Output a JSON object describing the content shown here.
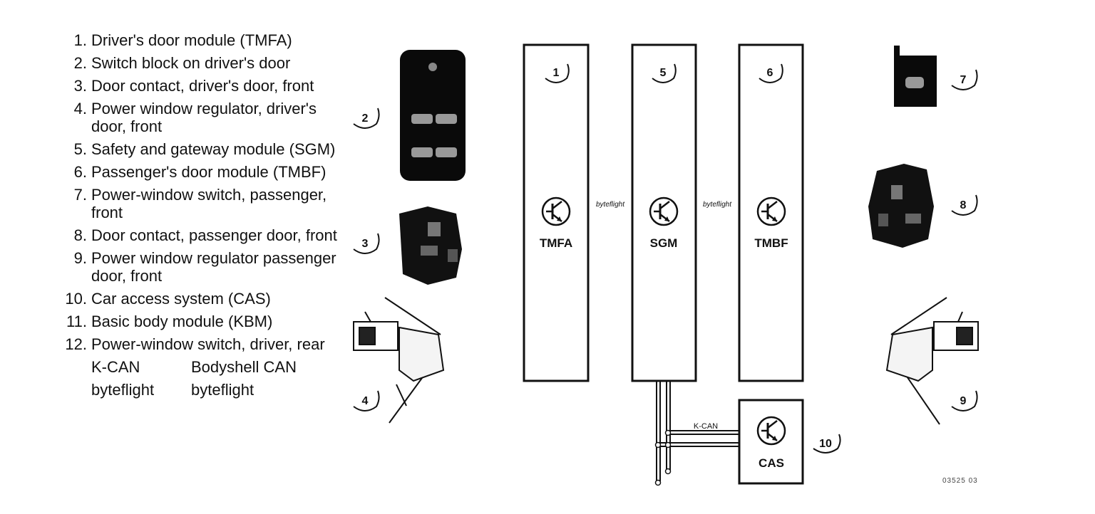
{
  "legend": {
    "items": [
      {
        "num": "1.",
        "text": "Driver's door module (TMFA)"
      },
      {
        "num": "2.",
        "text": "Switch block on driver's door"
      },
      {
        "num": "3.",
        "text": "Door contact, driver's door, front"
      },
      {
        "num": "4.",
        "text": "Power window regulator, driver's door, front"
      },
      {
        "num": "5.",
        "text": "Safety and gateway module (SGM)"
      },
      {
        "num": "6.",
        "text": "Passenger's door module (TMBF)"
      },
      {
        "num": "7.",
        "text": "Power-window switch, passenger, front"
      },
      {
        "num": "8.",
        "text": "Door contact, passenger door, front"
      },
      {
        "num": "9.",
        "text": "Power window regulator passenger door, front"
      },
      {
        "num": "10.",
        "text": "Car access system (CAS)"
      },
      {
        "num": "11.",
        "text": "Basic body module (KBM)"
      },
      {
        "num": "12.",
        "text": "Power-window switch, driver, rear"
      }
    ],
    "abbreviations": [
      {
        "short": "K-CAN",
        "long": "Bodyshell CAN"
      },
      {
        "short": "byteflight",
        "long": "byteflight"
      }
    ]
  },
  "modules": {
    "tmfa": {
      "label": "TMFA",
      "num": "1"
    },
    "sgm": {
      "label": "SGM",
      "num": "5"
    },
    "tmbf": {
      "label": "TMBF",
      "num": "6"
    },
    "cas": {
      "label": "CAS",
      "num": "10"
    }
  },
  "bus": {
    "byteflight_left": "byteflight",
    "byteflight_right": "byteflight",
    "kcan": "K-CAN"
  },
  "callouts": {
    "c2": "2",
    "c3": "3",
    "c4": "4",
    "c7": "7",
    "c8": "8",
    "c9": "9"
  },
  "footer_code": "03525 03"
}
